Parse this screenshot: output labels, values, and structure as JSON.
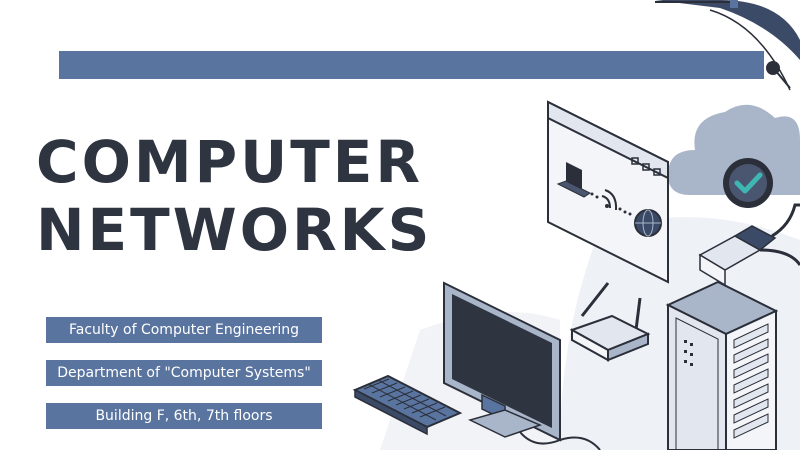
{
  "title": {
    "line1": "COMPUTER",
    "line2": "NETWORKS"
  },
  "info": [
    "Faculty of Computer Engineering",
    "Department of \"Computer Systems\"",
    "Building F, 6th, 7th floors"
  ],
  "colors": {
    "accent": "#5a74a0",
    "title": "#2e3440",
    "outline": "#2b2f3a",
    "cloud": "#a9b5c9",
    "check": "#3fb6b2"
  },
  "icons": [
    "cloud-icon",
    "checkmark-icon",
    "laptop-icon",
    "wifi-icon",
    "globe-icon",
    "router-icon",
    "ethernet-connector-icon",
    "monitor-icon",
    "keyboard-icon",
    "server-rack-icon",
    "satellite-dish-icon"
  ]
}
